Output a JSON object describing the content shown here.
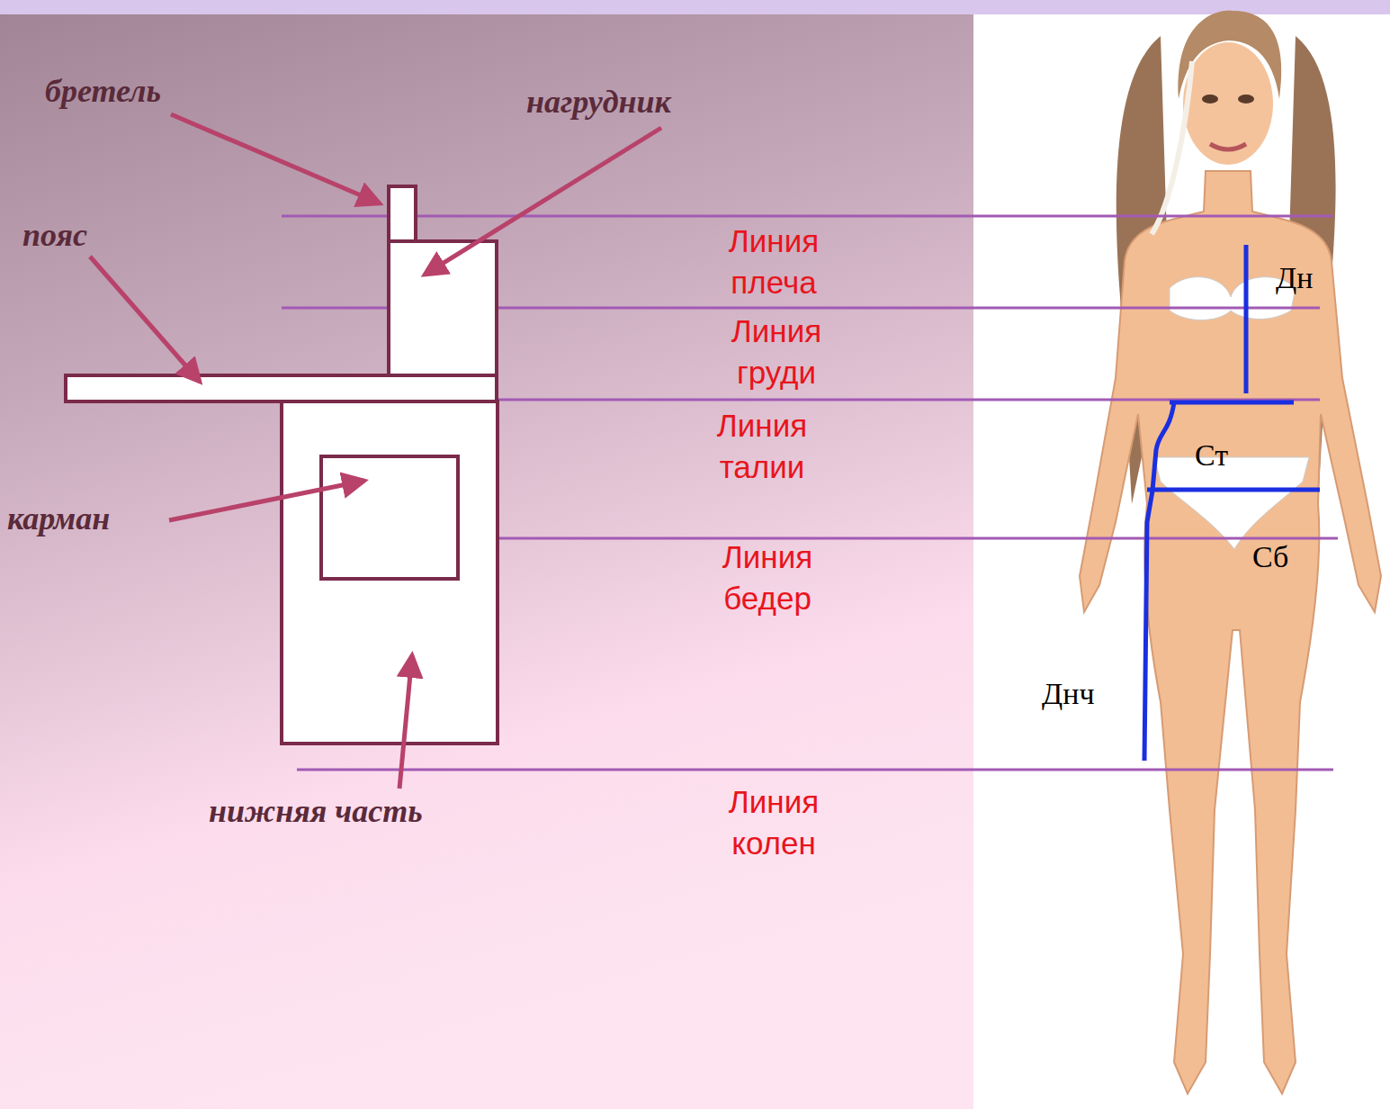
{
  "diagram": {
    "labels": [
      "бретель",
      "нагрудник",
      "пояс",
      "карман",
      "нижняя часть",
      "Линия плеча",
      "Линия груди",
      "Линия талии",
      "Линия бедер",
      "Линия колен",
      "Дн",
      "Ст",
      "Сб",
      "Днч"
    ]
  }
}
